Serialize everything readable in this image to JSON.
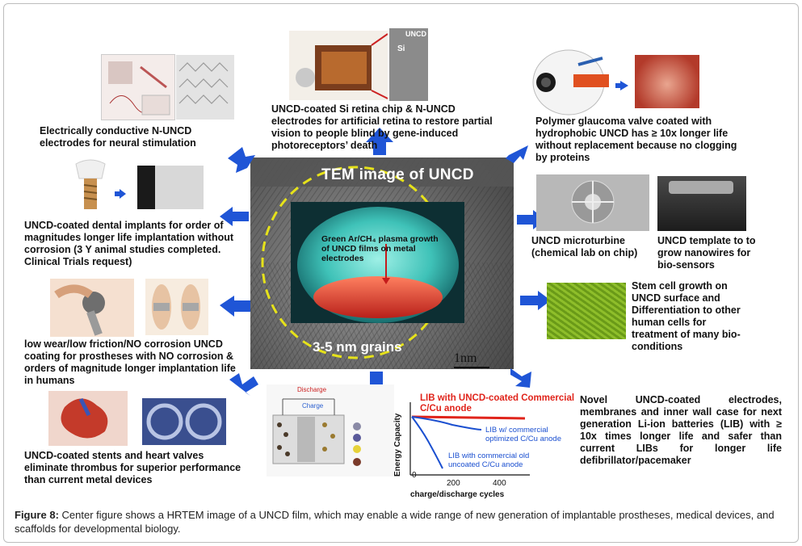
{
  "tem": {
    "title": "TEM image of UNCD",
    "grains": "3-5 nm grains",
    "scale": "1nm",
    "inset": "Green Ar/CH₄ plasma growth of UNCD films on metal electrodes"
  },
  "retina_inset": {
    "top": "UNCD",
    "bottom": "Si"
  },
  "labels": {
    "neural": "Electrically conductive N-UNCD electrodes for neural stimulation",
    "retina": "UNCD-coated Si retina chip & N-UNCD electrodes for artificial retina to restore partial vision to people blind by gene-induced photoreceptors’ death",
    "glaucoma": "Polymer glaucoma valve coated with hydrophobic UNCD has ≥ 10x longer life without replacement because no clogging by proteins",
    "dental": "UNCD-coated dental implants for order of magnitudes longer life implantation without corrosion (3 Y animal studies completed. Clinical Trials request)",
    "microturbine": "UNCD microturbine (chemical lab on chip)",
    "template": "UNCD template to to grow nanowires for bio-sensors",
    "stemcell": "Stem cell growth on UNCD surface and Differentiation to other human cells for treatment of many bio-conditions",
    "prostheses": "low wear/low friction/NO corrosion UNCD coating for prostheses with NO corrosion & orders of magnitude longer implantation life in humans",
    "stents": "UNCD-coated stents and heart valves eliminate thrombus for superior performance than current metal devices",
    "battery": "Novel UNCD-coated electrodes, membranes and inner wall case for next generation Li-ion batteries (LIB) with ≥ 10x times longer life and safer than current LIBs for longer life defibrillator/pacemaker"
  },
  "battery_plot": {
    "legend_a": "LIB with UNCD-coated Commercial C/Cu anode",
    "legend_b": "LIB w/ commercial optimized C/Cu anode",
    "legend_c": "LIB with commercial old uncoated C/Cu anode",
    "ylabel": "Energy Capacity",
    "xlabel": "charge/discharge cycles",
    "ticks": [
      "0",
      "200",
      "400"
    ],
    "discharge": "Discharge",
    "charge": "Charge"
  },
  "caption": {
    "label": "Figure 8:",
    "text": " Center figure shows a HRTEM image of a UNCD film, which may enable a wide range of new generation of implantable prostheses, medical devices, and scaffolds for developmental biology."
  },
  "colors": {
    "arrow": "#1f55d6",
    "tem_bg": "#6e6e6e",
    "highlight": "#e6e21a",
    "lib_red": "#e0241b",
    "lib_blue": "#1a4fd0"
  }
}
